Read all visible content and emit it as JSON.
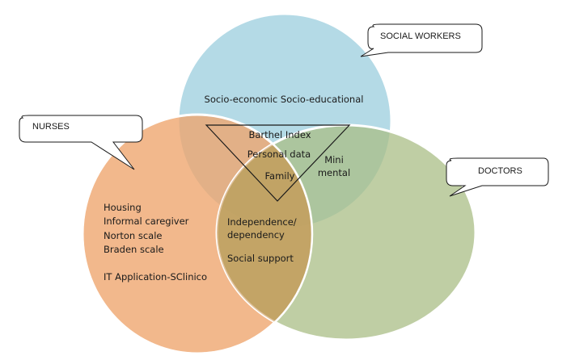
{
  "diagram": {
    "type": "venn",
    "sets": [
      {
        "id": "social-workers",
        "label": "SOCIAL WORKERS",
        "color": "#b4dae6"
      },
      {
        "id": "nurses",
        "label": "NURSES",
        "color": "#f1b07e"
      },
      {
        "id": "doctors",
        "label": "DOCTORS",
        "color": "#bccb9c"
      }
    ],
    "social_workers_only": [
      "Socio-economic Socio-educational"
    ],
    "triangle_items": [
      "Barthel Index",
      "Personal data",
      "Family"
    ],
    "social_doctors_overlap": [
      "Mini",
      "mental"
    ],
    "nurses_only": [
      "Housing",
      "Informal caregiver",
      "Norton scale",
      "Braden scale",
      "IT Application-SClinico"
    ],
    "nurses_doctors_overlap": [
      "Independence/",
      "dependency",
      "Social support"
    ]
  }
}
